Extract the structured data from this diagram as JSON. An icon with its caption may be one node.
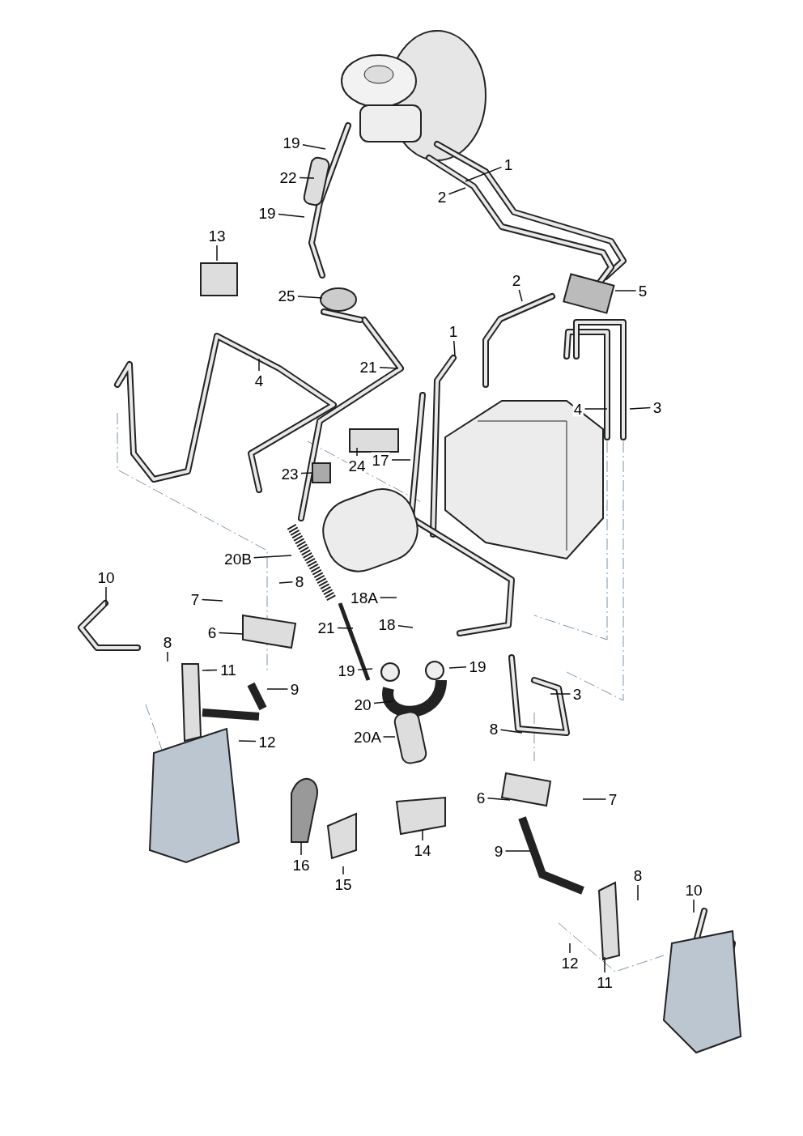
{
  "diagram": {
    "nodes": [
      {
        "text": [
          "1"
        ]
      },
      {
        "text": [
          "2"
        ]
      },
      {
        "text": [
          "19"
        ]
      },
      {
        "text": [
          "22"
        ]
      },
      {
        "text": [
          "19"
        ]
      },
      {
        "text": [
          "13"
        ]
      },
      {
        "text": [
          "25"
        ]
      },
      {
        "text": [
          "2"
        ]
      },
      {
        "text": [
          "5"
        ]
      },
      {
        "text": [
          "1"
        ]
      },
      {
        "text": [
          "4"
        ]
      },
      {
        "text": [
          "21"
        ]
      },
      {
        "text": [
          "4"
        ]
      },
      {
        "text": [
          "3"
        ]
      },
      {
        "text": [
          "23"
        ]
      },
      {
        "text": [
          "24"
        ]
      },
      {
        "text": [
          "17"
        ]
      },
      {
        "text": [
          "20B"
        ]
      },
      {
        "text": [
          "8"
        ]
      },
      {
        "text": [
          "10"
        ]
      },
      {
        "text": [
          "7"
        ]
      },
      {
        "text": [
          "18A"
        ]
      },
      {
        "text": [
          "6"
        ]
      },
      {
        "text": [
          "21"
        ]
      },
      {
        "text": [
          "18"
        ]
      },
      {
        "text": [
          "8"
        ]
      },
      {
        "text": [
          "11"
        ]
      },
      {
        "text": [
          "9"
        ]
      },
      {
        "text": [
          "19"
        ]
      },
      {
        "text": [
          "19"
        ]
      },
      {
        "text": [
          "3"
        ]
      },
      {
        "text": [
          "20"
        ]
      },
      {
        "text": [
          "8"
        ]
      },
      {
        "text": [
          "12"
        ]
      },
      {
        "text": [
          "20A"
        ]
      },
      {
        "text": [
          "6"
        ]
      },
      {
        "text": [
          "7"
        ]
      },
      {
        "text": [
          "14"
        ]
      },
      {
        "text": [
          "16"
        ]
      },
      {
        "text": [
          "15"
        ]
      },
      {
        "text": [
          "9"
        ]
      },
      {
        "text": [
          "8"
        ]
      },
      {
        "text": [
          "10"
        ]
      },
      {
        "text": [
          "12"
        ]
      },
      {
        "text": [
          "11"
        ]
      }
    ],
    "edges": [
      {
        "from": 0,
        "to": null,
        "arrow": "none"
      },
      {
        "from": 1,
        "to": null,
        "arrow": "none"
      },
      {
        "from": 2,
        "to": null,
        "arrow": "none"
      },
      {
        "from": 3,
        "to": null,
        "arrow": "none"
      },
      {
        "from": 4,
        "to": null,
        "arrow": "none"
      },
      {
        "from": 5,
        "to": null,
        "arrow": "none"
      },
      {
        "from": 6,
        "to": null,
        "arrow": "none"
      },
      {
        "from": 7,
        "to": null,
        "arrow": "none"
      },
      {
        "from": 8,
        "to": null,
        "arrow": "none"
      },
      {
        "from": 9,
        "to": null,
        "arrow": "none"
      },
      {
        "from": 10,
        "to": null,
        "arrow": "none"
      },
      {
        "from": 11,
        "to": null,
        "arrow": "none"
      },
      {
        "from": 12,
        "to": null,
        "arrow": "none"
      },
      {
        "from": 13,
        "to": null,
        "arrow": "none"
      },
      {
        "from": 14,
        "to": null,
        "arrow": "none"
      },
      {
        "from": 15,
        "to": null,
        "arrow": "none"
      },
      {
        "from": 16,
        "to": null,
        "arrow": "none"
      },
      {
        "from": 17,
        "to": null,
        "arrow": "none"
      },
      {
        "from": 18,
        "to": null,
        "arrow": "none"
      },
      {
        "from": 19,
        "to": null,
        "arrow": "none"
      },
      {
        "from": 20,
        "to": null,
        "arrow": "none"
      },
      {
        "from": 21,
        "to": null,
        "arrow": "none"
      },
      {
        "from": 22,
        "to": null,
        "arrow": "none"
      },
      {
        "from": 23,
        "to": null,
        "arrow": "none"
      },
      {
        "from": 24,
        "to": null,
        "arrow": "none"
      },
      {
        "from": 25,
        "to": null,
        "arrow": "none"
      },
      {
        "from": 26,
        "to": null,
        "arrow": "none"
      },
      {
        "from": 27,
        "to": null,
        "arrow": "none"
      },
      {
        "from": 28,
        "to": null,
        "arrow": "none"
      },
      {
        "from": 29,
        "to": null,
        "arrow": "none"
      },
      {
        "from": 30,
        "to": null,
        "arrow": "none"
      },
      {
        "from": 31,
        "to": null,
        "arrow": "none"
      },
      {
        "from": 32,
        "to": null,
        "arrow": "none"
      },
      {
        "from": 33,
        "to": null,
        "arrow": "none"
      },
      {
        "from": 34,
        "to": null,
        "arrow": "none"
      },
      {
        "from": 35,
        "to": null,
        "arrow": "none"
      },
      {
        "from": 36,
        "to": null,
        "arrow": "none"
      },
      {
        "from": 37,
        "to": null,
        "arrow": "none"
      },
      {
        "from": 38,
        "to": null,
        "arrow": "none"
      },
      {
        "from": 39,
        "to": null,
        "arrow": "none"
      },
      {
        "from": 40,
        "to": null,
        "arrow": "none"
      },
      {
        "from": 41,
        "to": null,
        "arrow": "none"
      },
      {
        "from": 42,
        "to": null,
        "arrow": "none"
      },
      {
        "from": 43,
        "to": null,
        "arrow": "none"
      },
      {
        "from": 44,
        "to": null,
        "arrow": "none"
      }
    ]
  }
}
